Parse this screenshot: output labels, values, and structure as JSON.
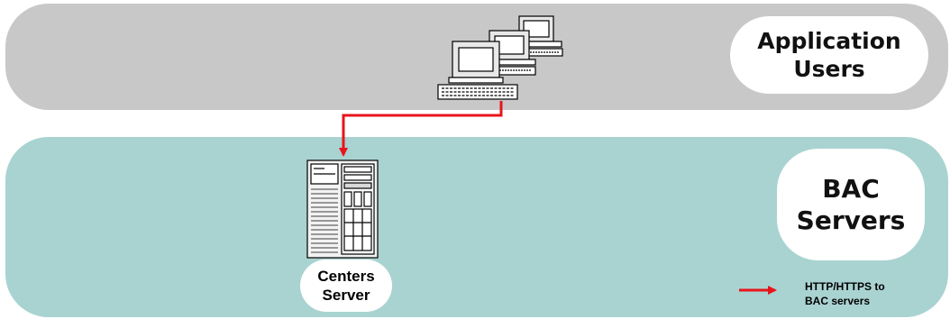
{
  "zones": {
    "users": {
      "label": "Application\nUsers",
      "color": "#c8c8c8"
    },
    "servers": {
      "label": "BAC\nServers",
      "color": "#a9d3d1"
    }
  },
  "nodes": {
    "centers_server": {
      "label": "Centers\nServer",
      "icon": "server-tower-icon"
    },
    "user_workstations": {
      "icon": "workstation-cluster-icon",
      "count": 3
    }
  },
  "connection": {
    "from": "user_workstations",
    "to": "centers_server",
    "color": "#e8141c"
  },
  "legend": {
    "label": "HTTP/HTTPS to\nBAC servers",
    "color": "#e8141c"
  }
}
